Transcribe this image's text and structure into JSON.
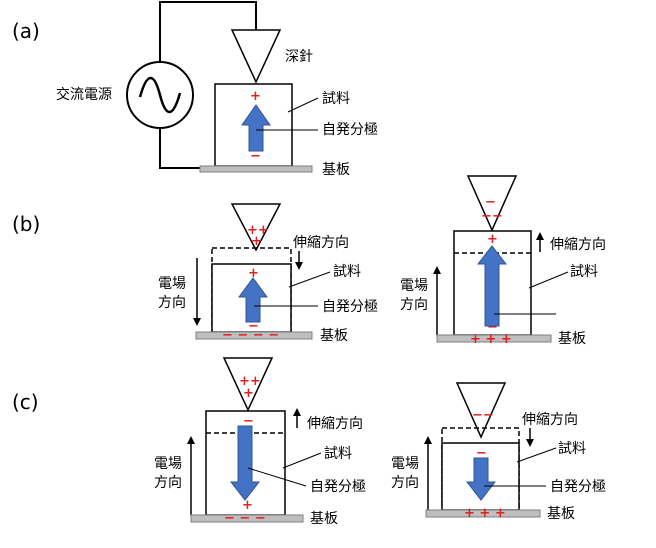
{
  "panels": {
    "a": "(a)",
    "b": "(b)",
    "c": "(c)"
  },
  "labels": {
    "ac_source": "交流電源",
    "probe": "深針",
    "sample": "試料",
    "polarization": "自発分極",
    "substrate": "基板",
    "strain_direction": "伸縮方向",
    "field_line1": "電場",
    "field_line2": "方向"
  },
  "charges": {
    "plus": "+",
    "minus": "−",
    "plus_plus": "++",
    "minus_minus": "−−",
    "plus_row": "+ + +",
    "minus_row": "− − − −",
    "minus_row3": "− − −"
  },
  "colors": {
    "arrow": "#4472c4",
    "arrow_edge": "#2f5597",
    "charge": "#e02020",
    "substrate": "#bfbfbf"
  }
}
